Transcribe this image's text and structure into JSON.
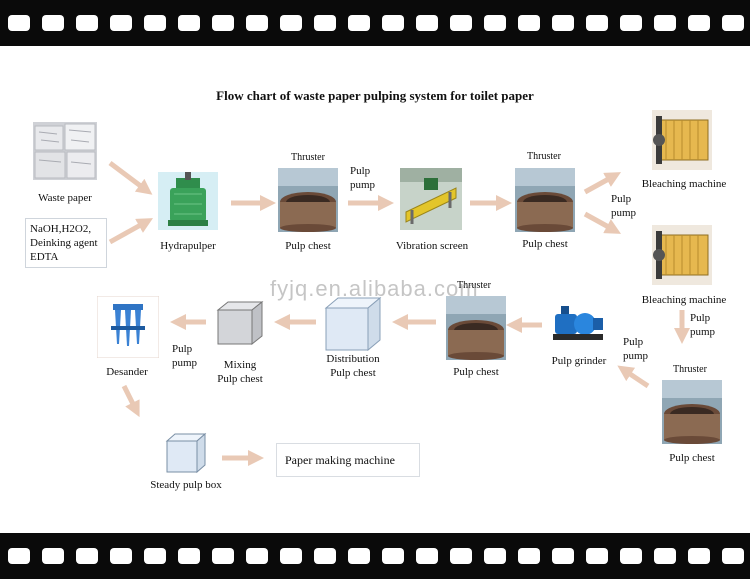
{
  "title": "Flow chart of waste paper pulping system for toilet paper",
  "watermark": "fyjq.en.alibaba.com",
  "nodes": {
    "waste_paper": "Waste paper",
    "chemicals": [
      "NaOH,H2O2,",
      "Deinking agent",
      "EDTA"
    ],
    "hydrapulper": "Hydrapulper",
    "pulp_chest_1": "Pulp chest",
    "thruster_1": "Thruster",
    "pulp_pump_1": [
      "Pulp",
      "pump"
    ],
    "vibration_screen": "Vibration screen",
    "thruster_2": "Thruster",
    "pulp_chest_2": "Pulp chest",
    "pulp_pump_2": [
      "Pulp",
      "pump"
    ],
    "bleaching_1": "Bleaching machine",
    "bleaching_2": "Bleaching machine",
    "pulp_pump_3": [
      "Pulp",
      "pump"
    ],
    "thruster_3": "Thruster",
    "pulp_chest_3": "Pulp chest",
    "pulp_pump_4": [
      "Pulp",
      "pump"
    ],
    "pulp_grinder": "Pulp grinder",
    "thruster_4": "Thruster",
    "pulp_chest_4": "Pulp chest",
    "distribution": [
      "Distribution",
      "Pulp chest"
    ],
    "mixing": [
      "Mixing",
      "Pulp chest"
    ],
    "pulp_pump_5": [
      "Pulp",
      "pump"
    ],
    "desander": "Desander",
    "steady_box": "Steady pulp box",
    "paper_machine": "Paper making machine"
  },
  "colors": {
    "arrow": "#e9c9b5",
    "film": "#0a0a0a",
    "cube": "#dfe9f5"
  }
}
